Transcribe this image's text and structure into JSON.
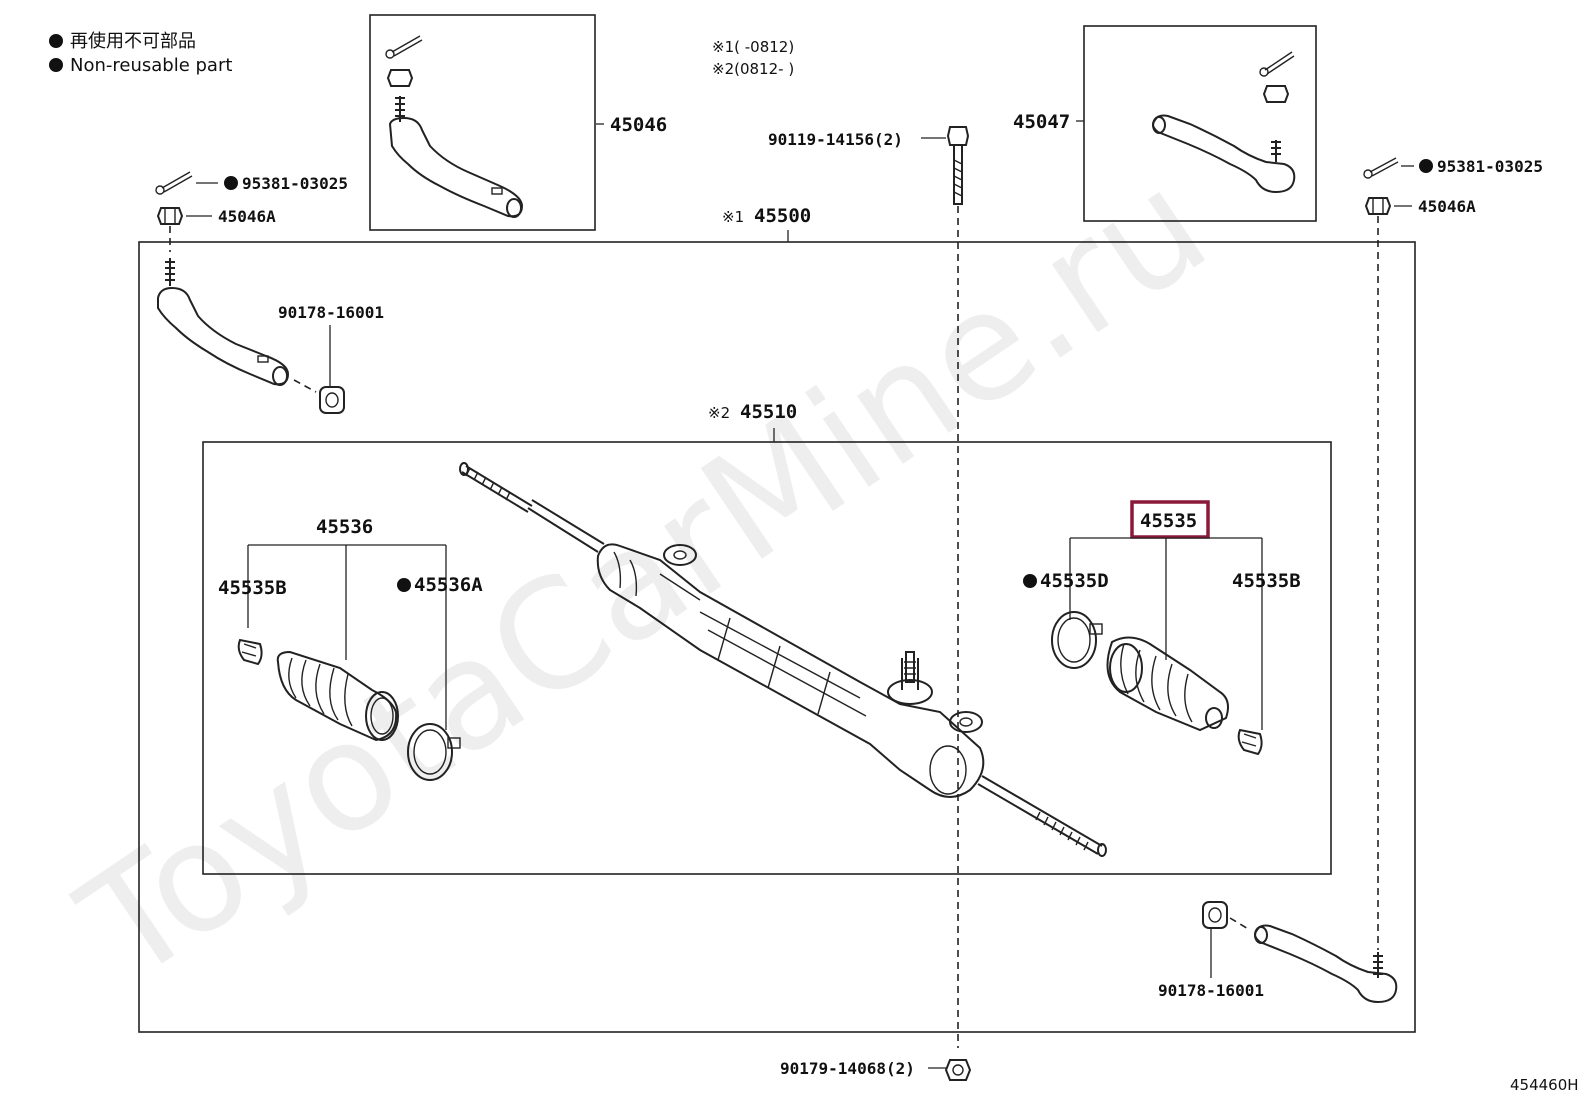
{
  "legend": {
    "line1": "再使用不可部品",
    "line2": "Non-reusable part"
  },
  "notes": {
    "note1": "※1(      -0812)",
    "note2": "※2(0812-      )"
  },
  "watermark": "ToyotaCarMine.ru",
  "diagram_code": "454460H",
  "highlight_color": "#8b1a3a",
  "labels": {
    "p45046": "45046",
    "p45047": "45047",
    "p95381_left": "95381-03025",
    "p95381_right": "95381-03025",
    "p45046A_left": "45046A",
    "p45046A_right": "45046A",
    "p90119": "90119-14156(2)",
    "p45500_mark": "※1",
    "p45500": "45500",
    "p90178_left": "90178-16001",
    "p90178_right": "90178-16001",
    "p45510_mark": "※2",
    "p45510": "45510",
    "p45536": "45536",
    "p45535B_left": "45535B",
    "p45536A": "45536A",
    "p45535": "45535",
    "p45535D": "45535D",
    "p45535B_right": "45535B",
    "p90179": "90179-14068(2)"
  }
}
